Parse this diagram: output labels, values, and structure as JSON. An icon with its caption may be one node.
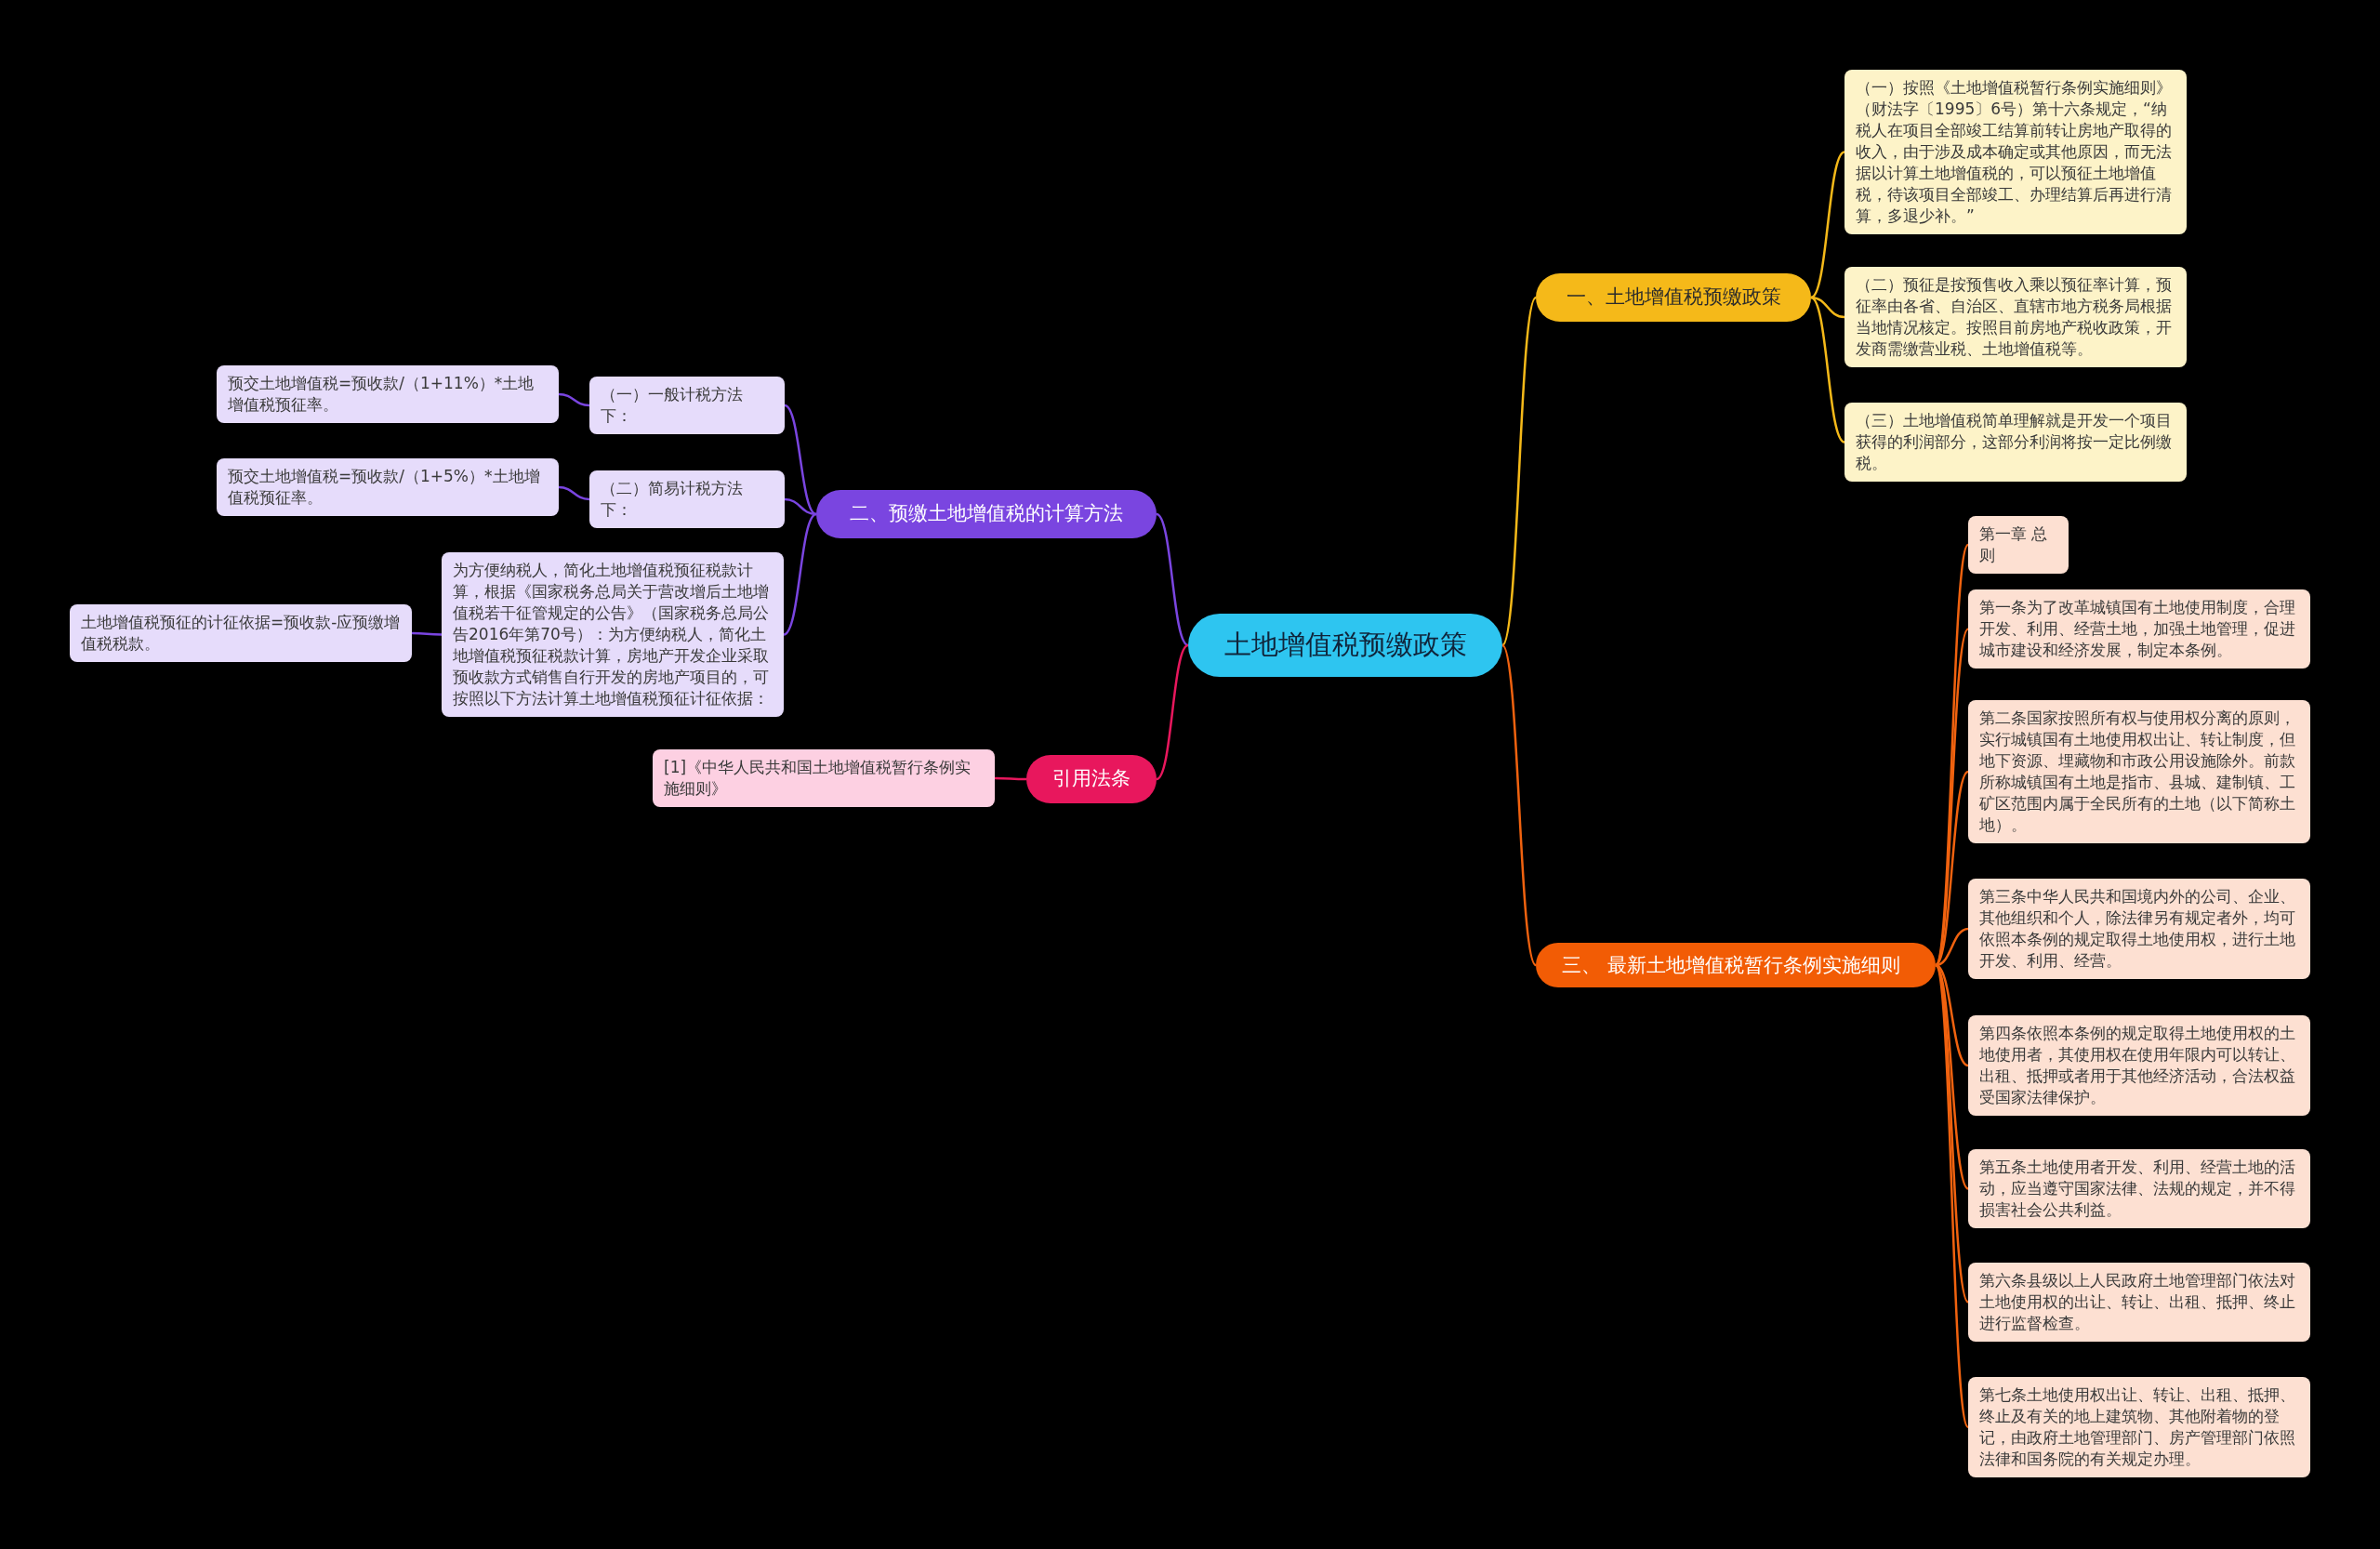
{
  "diagram": {
    "nodes": [
      {
        "text": [
          "土地增值税预缴政策"
        ]
      },
      {
        "text": [
          "一、土地增值税预缴政策"
        ]
      },
      {
        "text": [
          "（一）按照《土地增值税暂行条例实施细则》（财法字〔1995〕6号）第十六条规定，“纳税人在项目全部竣工结算前转让房地产取得的收入，由于涉及成本确定或其他原因，而无法据以计算土地增值税的，可以预征土地增值税，待该项目全部竣工、办理结算后再进行清算，多退少补。”"
        ]
      },
      {
        "text": [
          "（二）预征是按预售收入乘以预征率计算，预征率由各省、自治区、直辖市地方税务局根据当地情况核定。按照目前房地产税收政策，开发商需缴营业税、土地增值税等。"
        ]
      },
      {
        "text": [
          "（三）土地增值税简单理解就是开发一个项目获得的利润部分，这部分利润将按一定比例缴税。"
        ]
      },
      {
        "text": [
          "二、预缴土地增值税的计算方法"
        ]
      },
      {
        "text": [
          "（一）一般计税方法下："
        ]
      },
      {
        "text": [
          "预交土地增值税=预收款/（1+11%）*土地增值税预征率。"
        ]
      },
      {
        "text": [
          "（二）简易计税方法下："
        ]
      },
      {
        "text": [
          "预交土地增值税=预收款/（1+5%）*土地增值税预征率。"
        ]
      },
      {
        "text": [
          "为方便纳税人，简化土地增值税预征税款计算，根据《国家税务总局关于营改增后土地增值税若干征管规定的公告》（国家税务总局公告2016年第70号）：为方便纳税人，简化土地增值税预征税款计算，房地产开发企业采取预收款方式销售自行开发的房地产项目的，可按照以下方法计算土地增值税预征计征依据："
        ]
      },
      {
        "text": [
          "土地增值税预征的计征依据=预收款-应预缴增值税税款。"
        ]
      },
      {
        "text": [
          "引用法条"
        ]
      },
      {
        "text": [
          "[1]《中华人民共和国土地增值税暂行条例实施细则》"
        ]
      },
      {
        "text": [
          "三、 最新土地增值税暂行条例实施细则"
        ]
      },
      {
        "text": [
          "第一章 总则"
        ]
      },
      {
        "text": [
          "第一条为了改革城镇国有土地使用制度，合理开发、利用、经营土地，加强土地管理，促进城市建设和经济发展，制定本条例。"
        ]
      },
      {
        "text": [
          "第二条国家按照所有权与使用权分离的原则，实行城镇国有土地使用权出让、转让制度，但地下资源、埋藏物和市政公用设施除外。前款所称城镇国有土地是指市、县城、建制镇、工矿区范围内属于全民所有的土地（以下简称土地）。"
        ]
      },
      {
        "text": [
          "第三条中华人民共和国境内外的公司、企业、其他组织和个人，除法律另有规定者外，均可依照本条例的规定取得土地使用权，进行土地开发、利用、经营。"
        ]
      },
      {
        "text": [
          "第四条依照本条例的规定取得土地使用权的土地使用者，其使用权在使用年限内可以转让、出租、抵押或者用于其他经济活动，合法权益受国家法律保护。"
        ]
      },
      {
        "text": [
          "第五条土地使用者开发、利用、经营土地的活动，应当遵守国家法律、法规的规定，并不得损害社会公共利益。"
        ]
      },
      {
        "text": [
          "第六条县级以上人民政府土地管理部门依法对土地使用权的出让、转让、出租、抵押、终止进行监督检查。"
        ]
      },
      {
        "text": [
          "第七条土地使用权出让、转让、出租、抵押、终止及有关的地上建筑物、其他附着物的登记，由政府土地管理部门、房产管理部门依照法律和国务院的有关规定办理。"
        ]
      }
    ],
    "edges": [
      {
        "from": 0,
        "to": 1,
        "arrow": "none",
        "color": "#f5b919"
      },
      {
        "from": 1,
        "to": 2,
        "arrow": "none",
        "color": "#f5b919"
      },
      {
        "from": 1,
        "to": 3,
        "arrow": "none",
        "color": "#f5b919"
      },
      {
        "from": 1,
        "to": 4,
        "arrow": "none",
        "color": "#f5b919"
      },
      {
        "from": 0,
        "to": 5,
        "arrow": "none",
        "color": "#7a45e0"
      },
      {
        "from": 5,
        "to": 6,
        "arrow": "none",
        "color": "#7a45e0"
      },
      {
        "from": 6,
        "to": 7,
        "arrow": "none",
        "color": "#7a45e0"
      },
      {
        "from": 5,
        "to": 8,
        "arrow": "none",
        "color": "#7a45e0"
      },
      {
        "from": 8,
        "to": 9,
        "arrow": "none",
        "color": "#7a45e0"
      },
      {
        "from": 5,
        "to": 10,
        "arrow": "none",
        "color": "#7a45e0"
      },
      {
        "from": 10,
        "to": 11,
        "arrow": "none",
        "color": "#7a45e0"
      },
      {
        "from": 0,
        "to": 12,
        "arrow": "none",
        "color": "#e8175d"
      },
      {
        "from": 12,
        "to": 13,
        "arrow": "none",
        "color": "#e8175d"
      },
      {
        "from": 0,
        "to": 14,
        "arrow": "none"
      },
      {
        "from": 14,
        "to": 15,
        "arrow": "none"
      },
      {
        "from": 14,
        "to": 16,
        "arrow": "none"
      },
      {
        "from": 14,
        "to": 17,
        "arrow": "none"
      },
      {
        "from": 14,
        "to": 18,
        "arrow": "none"
      },
      {
        "from": 14,
        "to": 19,
        "arrow": "none"
      },
      {
        "from": 14,
        "to": 20,
        "arrow": "none"
      },
      {
        "from": 14,
        "to": 21,
        "arrow": "none"
      },
      {
        "from": 14,
        "to": 22,
        "arrow": "none"
      }
    ]
  }
}
